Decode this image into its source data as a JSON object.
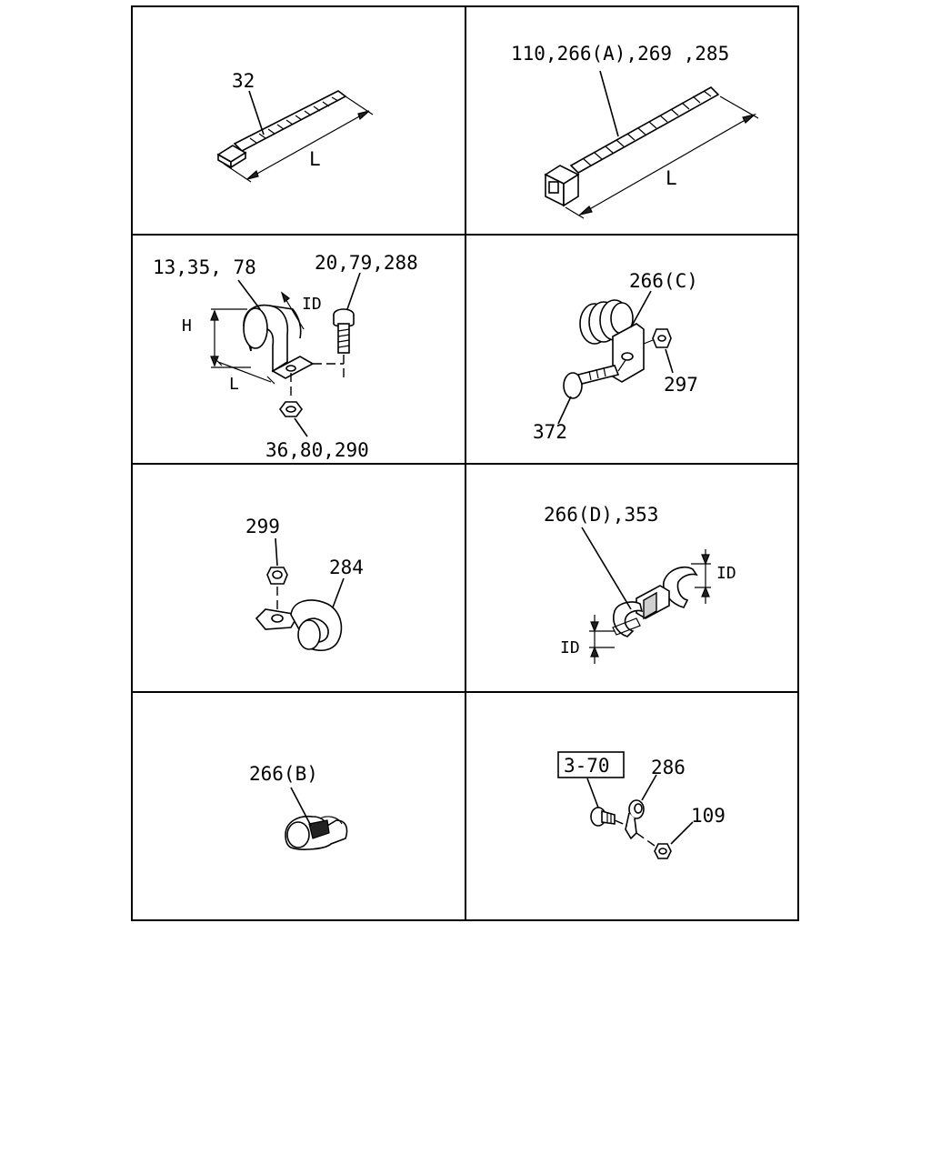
{
  "cells": [
    {
      "id": "c1",
      "labels": {
        "part": "32",
        "dim_length": "L"
      }
    },
    {
      "id": "c2",
      "labels": {
        "part": "110,266(A),269 ,285",
        "dim_length": "L"
      }
    },
    {
      "id": "c3",
      "labels": {
        "clamp": "13,35, 78",
        "bolt": "20,79,288",
        "nut": "36,80,290",
        "dim_height": "H",
        "dim_length": "L",
        "dim_id": "ID"
      }
    },
    {
      "id": "c4",
      "labels": {
        "clip": "266(C)",
        "nut": "297",
        "bolt": "372"
      }
    },
    {
      "id": "c5",
      "labels": {
        "nut": "299",
        "clamp": "284"
      }
    },
    {
      "id": "c6",
      "labels": {
        "clip": "266(D),353",
        "dim_id_right": "ID",
        "dim_id_left": "ID"
      }
    },
    {
      "id": "c7",
      "labels": {
        "clip": "266(B)"
      }
    },
    {
      "id": "c8",
      "labels": {
        "ref_box": "3-70",
        "clamp": "286",
        "nut": "109"
      }
    }
  ]
}
